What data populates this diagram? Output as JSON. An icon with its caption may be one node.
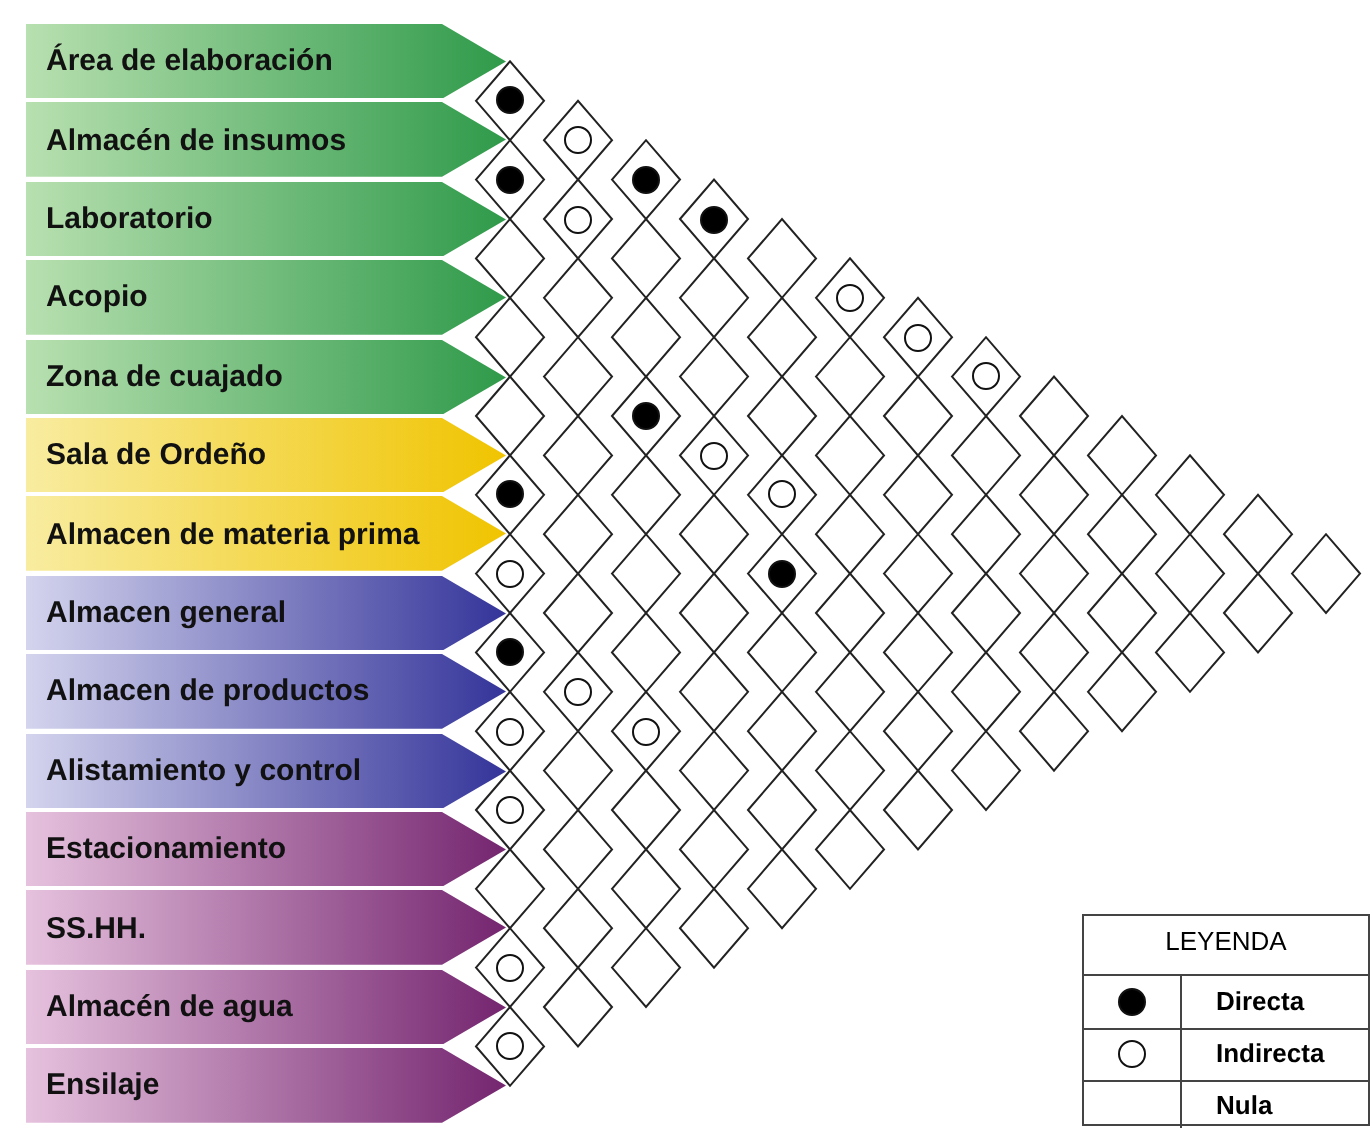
{
  "diagram": {
    "nodes": [
      {
        "text": [
          "Área de elaboración"
        ]
      },
      {
        "text": [
          "Almacén de insumos"
        ]
      },
      {
        "text": [
          "Laboratorio"
        ]
      },
      {
        "text": [
          "Acopio"
        ]
      },
      {
        "text": [
          "Zona de cuajado"
        ]
      },
      {
        "text": [
          "Sala de Ordeño"
        ]
      },
      {
        "text": [
          "Almacen de materia prima"
        ]
      },
      {
        "text": [
          "Almacen general"
        ]
      },
      {
        "text": [
          "Almacen de productos"
        ]
      },
      {
        "text": [
          "Alistamiento y control"
        ]
      },
      {
        "text": [
          "Estacionamiento"
        ]
      },
      {
        "text": [
          "SS.HH."
        ]
      },
      {
        "text": [
          "Almacén de agua"
        ]
      },
      {
        "text": [
          "Ensilaje"
        ]
      },
      {
        "text": [],
        "shape": "dot"
      },
      {
        "text": [],
        "shape": "circle"
      },
      {
        "text": [],
        "shape": "dot"
      },
      {
        "text": [],
        "shape": "dot"
      },
      {
        "text": [],
        "shape": "circle"
      },
      {
        "text": [],
        "shape": "dot"
      },
      {
        "text": [],
        "shape": "circle"
      },
      {
        "text": [],
        "shape": "circle"
      },
      {
        "text": [],
        "shape": "circle"
      },
      {
        "text": [],
        "shape": "dot"
      },
      {
        "text": [],
        "shape": "circle"
      },
      {
        "text": [],
        "shape": "dot"
      },
      {
        "text": [],
        "shape": "circle"
      },
      {
        "text": [],
        "shape": "circle"
      },
      {
        "text": [],
        "shape": "dot"
      },
      {
        "text": [],
        "shape": "dot"
      },
      {
        "text": [],
        "shape": "circle"
      },
      {
        "text": [],
        "shape": "circle"
      },
      {
        "text": [],
        "shape": "circle"
      },
      {
        "text": [],
        "shape": "circle"
      },
      {
        "text": [],
        "shape": "circle"
      },
      {
        "text": [],
        "shape": "circle"
      }
    ],
    "labels": [
      "LEYENDA"
    ],
    "legend": [
      {
        "text": "Directa"
      },
      {
        "text": "Indirecta"
      },
      {
        "text": "Nula"
      }
    ]
  }
}
